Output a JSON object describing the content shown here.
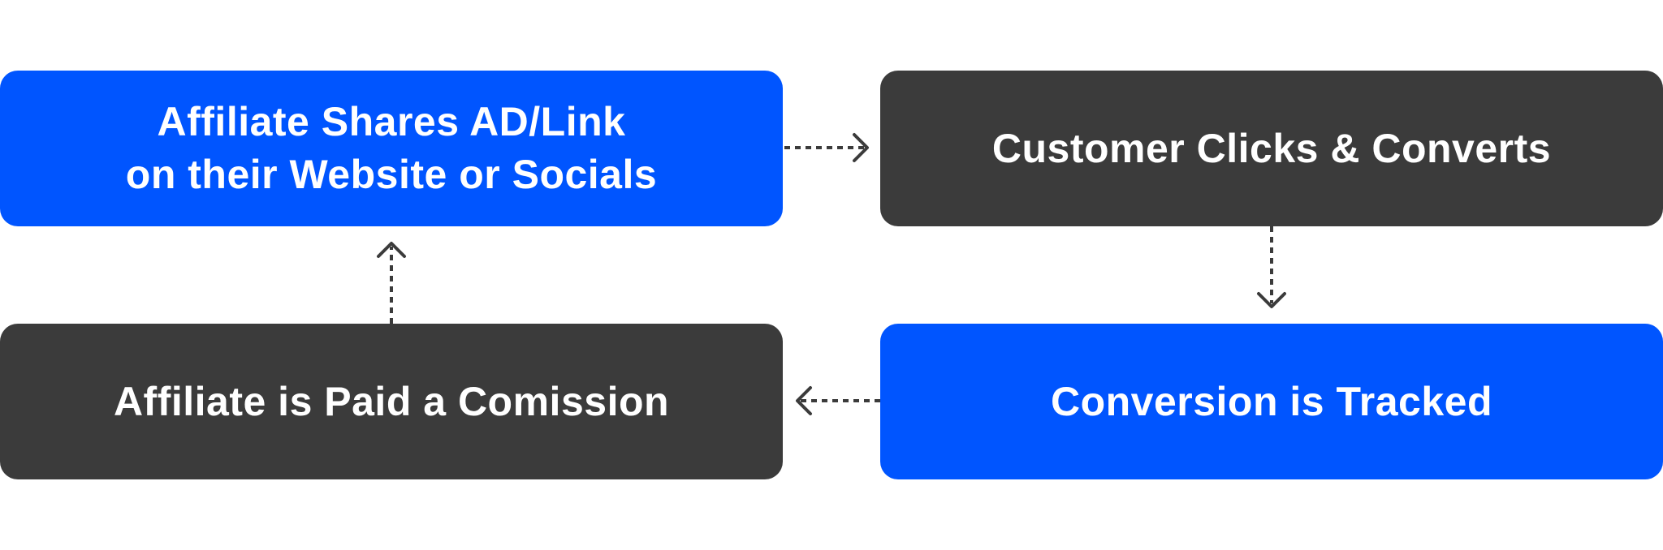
{
  "colors": {
    "blue": "#0055ff",
    "dark": "#3b3b3b",
    "background": "#ffffff",
    "text": "#ffffff"
  },
  "steps": [
    {
      "line1": "Affiliate Shares AD/Link",
      "line2": "on their Website or Socials"
    },
    {
      "line1": "Customer Clicks & Converts"
    },
    {
      "line1": "Conversion is Tracked"
    },
    {
      "line1": "Affiliate is Paid a Comission"
    }
  ],
  "connectors": [
    {
      "from": "steps.0",
      "to": "steps.1",
      "style": "dashed-arrow"
    },
    {
      "from": "steps.1",
      "to": "steps.2",
      "style": "dashed-arrow"
    },
    {
      "from": "steps.2",
      "to": "steps.3",
      "style": "dashed-arrow"
    },
    {
      "from": "steps.3",
      "to": "steps.0",
      "style": "dashed-arrow"
    }
  ]
}
